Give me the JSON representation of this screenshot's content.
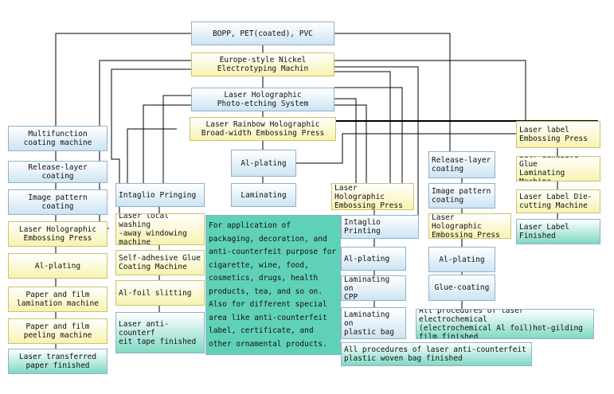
{
  "boxes": {
    "bopp": "BOPP, PET(coated), PVC",
    "nickel": "Europe-style Nickel\nElectrotyping Machin",
    "photo_etching": "Laser Holographic\nPhoto-etching System",
    "rainbow": "Laser Rainbow Holographic\nBroad-width Embossing Press",
    "al_plating_center": "Al-plating",
    "laminating_center": "Laminating",
    "application_text": "For application of packaging, decoration, and anti-counterfeit purpose for cigarette, wine, food, cosmetics, drugs, health products, tea, and so on. Also for different special area like anti-counterfeit label, certificate, and other ornamental products.",
    "multifunction": "Multifunction\ncoating machine",
    "release_left": "Release-layer coating",
    "image_left": "Image pattern coating",
    "embossing_left": "Laser Holographic\nEmbossing Press",
    "al_left": "Al-plating",
    "paper_lamination": "Paper and film\nlamination machine",
    "paper_peeling": "Paper and film\npeeling machine",
    "transferred_paper": "Laser transferred\npaper finished",
    "intaglio_pringing": "Intaglio Pringing",
    "laser_washing": "Laser local washing\n-away windowing\nmachine",
    "self_adhesive_glue_coating": "Self-adhesive Glue\nCoating Machine",
    "al_foil_slitting": "Al-foil slitting",
    "anti_counterfeit_tape": "Laser anti-counterf\neit tape finished",
    "embossing_mid": "Laser Holographic\nEmbossing Press",
    "intaglio_printing": "Intaglio Printing",
    "al_mid": "Al-plating",
    "laminating_cpp": "Laminating on\nCPP",
    "laminating_bag": "Laminating on\nplastic bag",
    "woven_bag": "All procedures of laser anti-counterfeit\nplastic woven bag finished",
    "release_right": "Release-layer\ncoating",
    "image_right": "Image pattern\ncoating",
    "embossing_right": "Laser Holographic\nEmbossing Press",
    "al_right": "Al-plating",
    "glue_coating": "Glue-coating",
    "electrochemical": "All procedures of laser electrochemical\n(electrochemical Al foil)hot-gilding\nfilm finished",
    "label_embossing": "Laser label\nEmbossing Press",
    "self_adhesive_laminating": "Self-adhesive Glue\nLaminating Machine",
    "label_die_cutting": "Laser Label Die-\ncutting Machine",
    "label_finished": "Laser Label\nFinished"
  }
}
